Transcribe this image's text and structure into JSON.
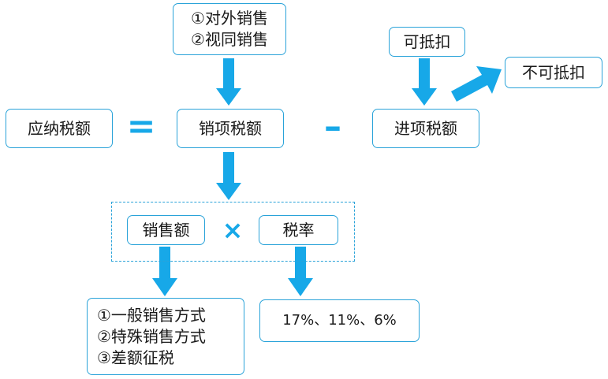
{
  "nodes": {
    "yingna": "应纳税额",
    "xiaoxiang": "销项税额",
    "jinxiang": "进项税额",
    "kedikou": "可抵扣",
    "bukedikou": "不可抵扣",
    "xiaoshoue": "销售额",
    "shuilv": "税率",
    "rates": "17%、11%、6%"
  },
  "sources": [
    "①对外销售",
    "②视同销售"
  ],
  "methods": [
    "①一般销售方式",
    "②特殊销售方式",
    "③差额征税"
  ],
  "operators": {
    "equals": "=",
    "minus": "–",
    "times": "×"
  },
  "colors": {
    "accent": "#17a8e8",
    "border": "#2aa3d9"
  }
}
